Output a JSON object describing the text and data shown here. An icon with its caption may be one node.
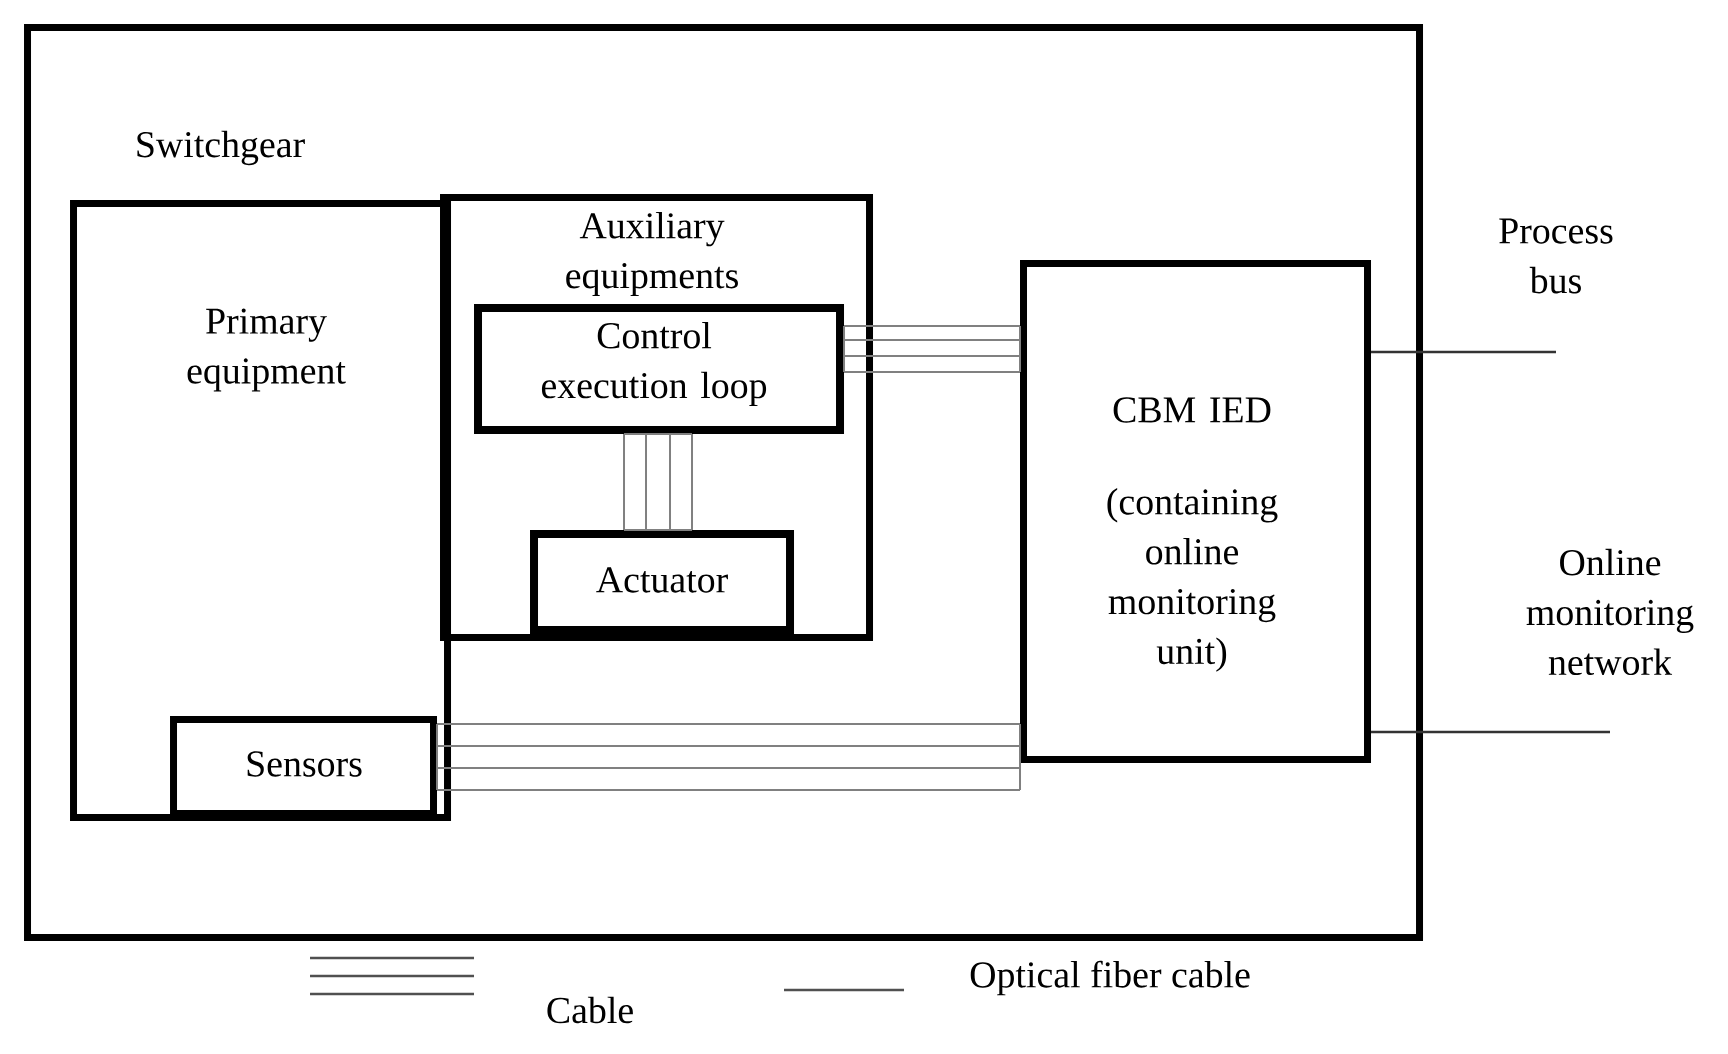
{
  "diagram": {
    "nodes": [
      {
        "text": [
          "Switchgear"
        ]
      },
      {
        "text": [
          "Primary equipment"
        ],
        "in": 0
      },
      {
        "text": [
          "Sensors"
        ],
        "in": 1
      },
      {
        "text": [
          "Auxiliary equipments"
        ],
        "in": 0
      },
      {
        "text": [
          "Control execution loop"
        ],
        "in": 3
      },
      {
        "text": [
          "Actuator"
        ],
        "in": 3
      },
      {
        "text": [
          "CBM IED",
          "(containing online monitoring unit)"
        ],
        "in": 0
      },
      {
        "text": [
          "Process bus"
        ]
      },
      {
        "text": [
          "Online monitoring network"
        ]
      }
    ],
    "edges": [
      {
        "from": 4,
        "to": 6,
        "arrow": "none"
      },
      {
        "from": 4,
        "to": 5,
        "arrow": "none"
      },
      {
        "from": 2,
        "to": 6,
        "arrow": "none"
      },
      {
        "from": 6,
        "to": 7,
        "arrow": "none",
        "color": "#333333"
      },
      {
        "from": 6,
        "to": 8,
        "arrow": "none",
        "color": "#333333"
      }
    ],
    "legend": [
      {
        "text": "Cable"
      },
      {
        "text": "Optical fiber cable"
      }
    ]
  }
}
